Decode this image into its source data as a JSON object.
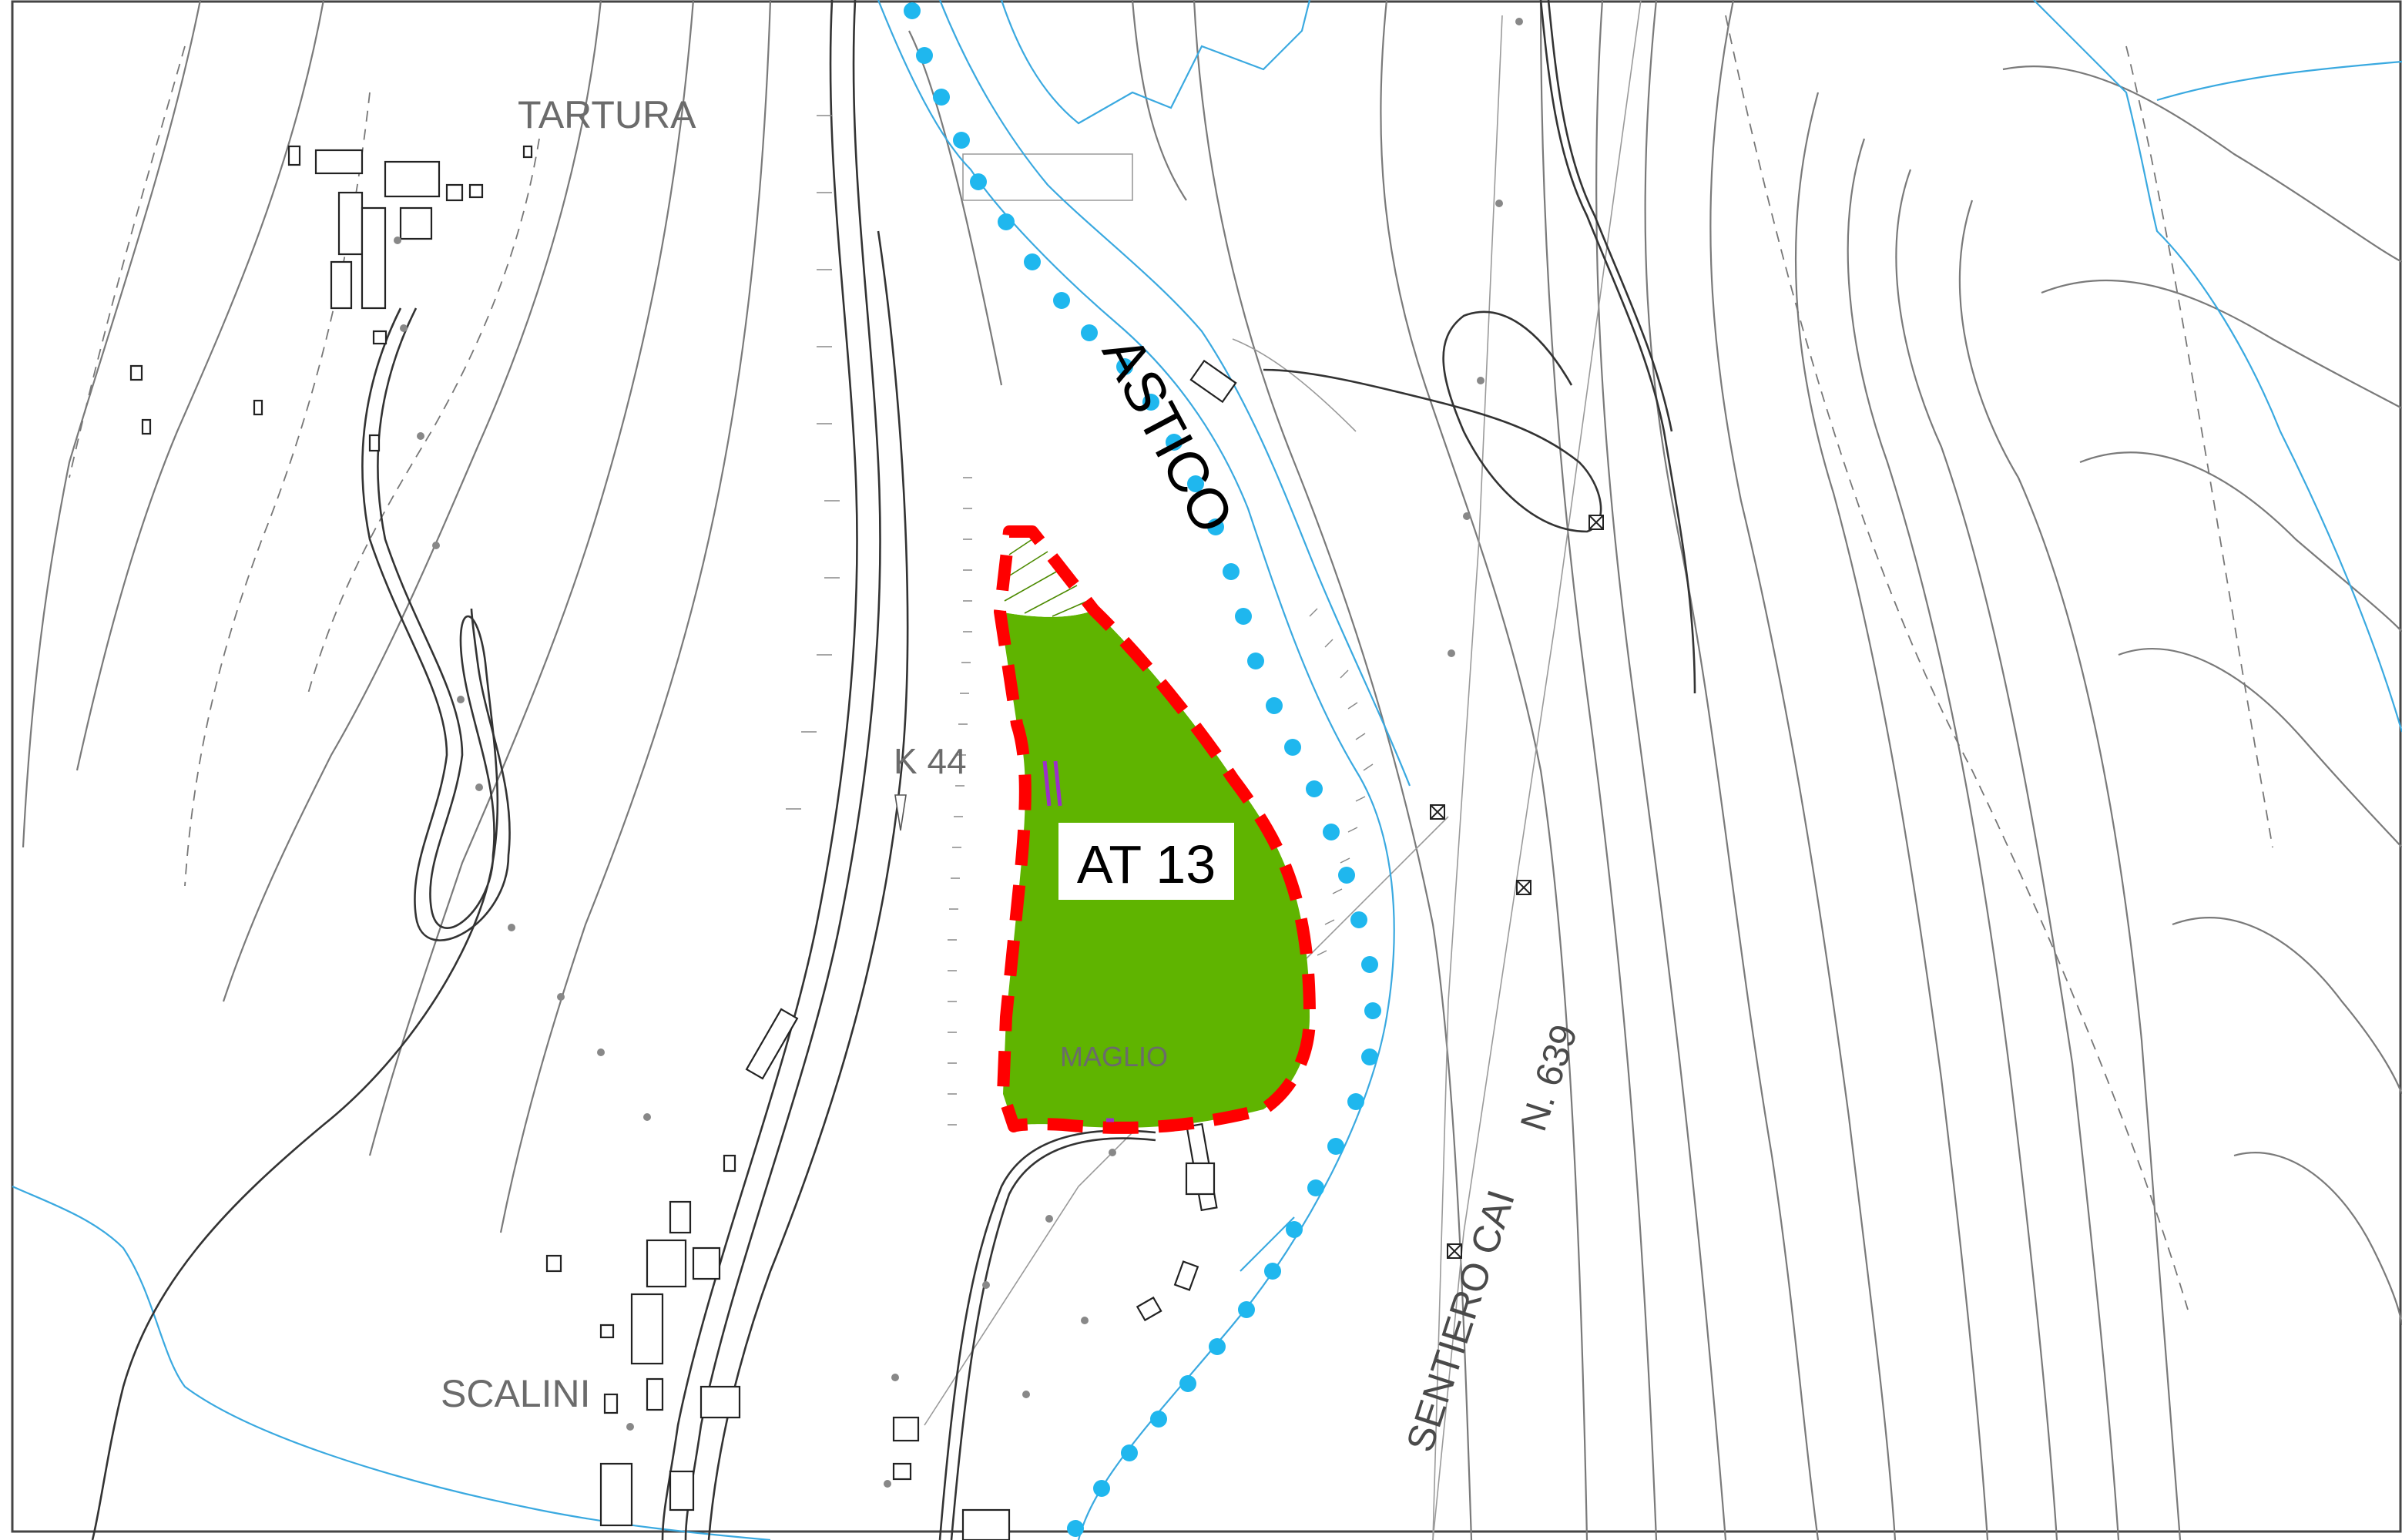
{
  "labels": {
    "tartura": "TARTURA",
    "scalini": "SCALINI",
    "k44": "K 44",
    "maglio": "MAGLIO",
    "at13": "AT 13",
    "astico": "ASTICO",
    "sentiero_cai": "SENTIERO CAI",
    "n639": "N. 639"
  },
  "colors": {
    "zone_fill": "#5fb400",
    "zone_border": "#ff0000",
    "river_dots": "#1fb7ee",
    "water_line": "#3aa9e0",
    "contour": "#6e6e6e",
    "road": "#333333",
    "label_box": "#ffffff"
  },
  "icons": [
    "crossed-box-marker",
    "triangle-marker",
    "spot-height-dot",
    "hachure-tick"
  ]
}
